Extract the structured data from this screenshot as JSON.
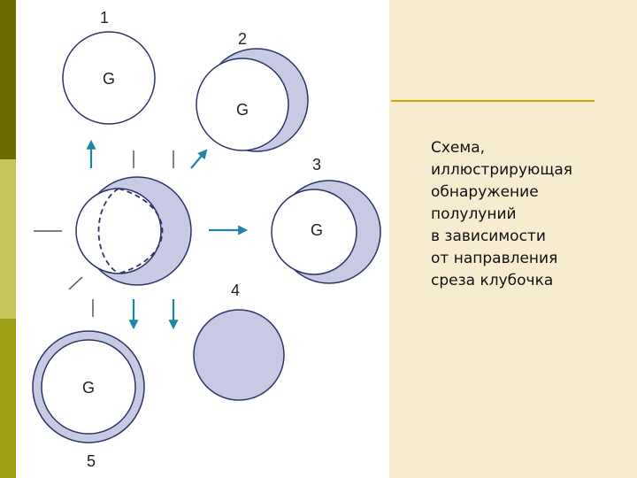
{
  "slide": {
    "caption": "Схема,\nиллюстрирующая\nобнаружение\nполулуний\nв зависимости\nот направления\nсреза клубочка",
    "colors": {
      "crescent_fill": "#c8c9e3",
      "outline": "#2b3568",
      "arrow": "#1e86a3",
      "accent_rule": "#c9a800",
      "background": "#f7ecd0"
    }
  },
  "diagram": {
    "items": [
      {
        "number": "1",
        "glom_label": "G",
        "crescent": "none"
      },
      {
        "number": "2",
        "glom_label": "G",
        "crescent": "thin-right"
      },
      {
        "number": "3",
        "glom_label": "G",
        "crescent": "wide-right"
      },
      {
        "number": "4",
        "glom_label": "",
        "crescent": "full-disc"
      },
      {
        "number": "5",
        "glom_label": "G",
        "crescent": "ring"
      }
    ],
    "arrow_icon": "arrow-icon",
    "cut_line_icon": "section-line-icon"
  }
}
